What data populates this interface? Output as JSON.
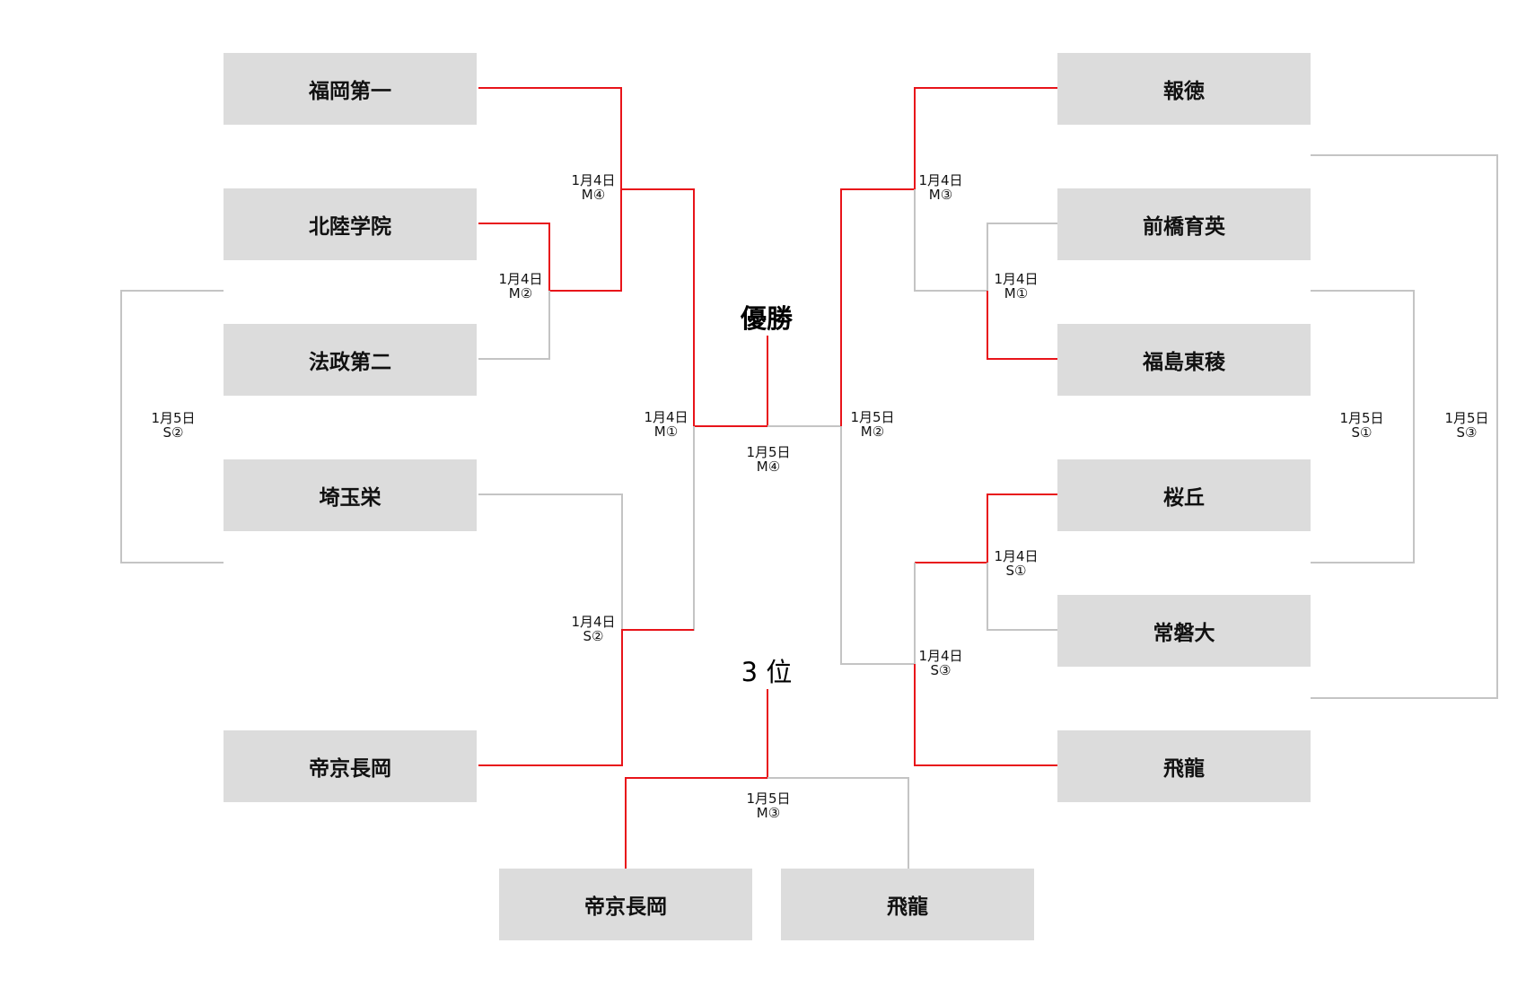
{
  "colors": {
    "win_line": "#e8141a",
    "loss_line": "#c4c4c4",
    "team_box": "#dcdcdc"
  },
  "titles": {
    "champion": "優勝",
    "third_place": "3 位"
  },
  "teams": {
    "fukuoka_daiichi": "福岡第一",
    "hokuriku_gakuin": "北陸学院",
    "hosei_daini": "法政第二",
    "saitama_sakae": "埼玉栄",
    "teikyo_nagaoka": "帝京長岡",
    "houtoku": "報徳",
    "maebashi_ikuei": "前橋育英",
    "fukushima_toryo": "福島東稜",
    "sakuragaoka": "桜丘",
    "joban_dai": "常磐大",
    "hiryu": "飛龍",
    "third_left": "帝京長岡",
    "third_right": "飛龍"
  },
  "matches": {
    "l_m4": {
      "date": "1月4日",
      "code": "M④"
    },
    "l_m2": {
      "date": "1月4日",
      "code": "M②"
    },
    "l_m1": {
      "date": "1月4日",
      "code": "M①"
    },
    "l_s2_day4": {
      "date": "1月4日",
      "code": "S②"
    },
    "l_s2_day5": {
      "date": "1月5日",
      "code": "S②"
    },
    "final": {
      "date": "1月5日",
      "code": "M④"
    },
    "third": {
      "date": "1月5日",
      "code": "M③"
    },
    "r_m3": {
      "date": "1月4日",
      "code": "M③"
    },
    "r_m1": {
      "date": "1月4日",
      "code": "M①"
    },
    "r_m2": {
      "date": "1月5日",
      "code": "M②"
    },
    "r_s1_day4": {
      "date": "1月4日",
      "code": "S①"
    },
    "r_s3_day4": {
      "date": "1月4日",
      "code": "S③"
    },
    "r_s1_day5": {
      "date": "1月5日",
      "code": "S①"
    },
    "r_s3_day5": {
      "date": "1月5日",
      "code": "S③"
    }
  }
}
